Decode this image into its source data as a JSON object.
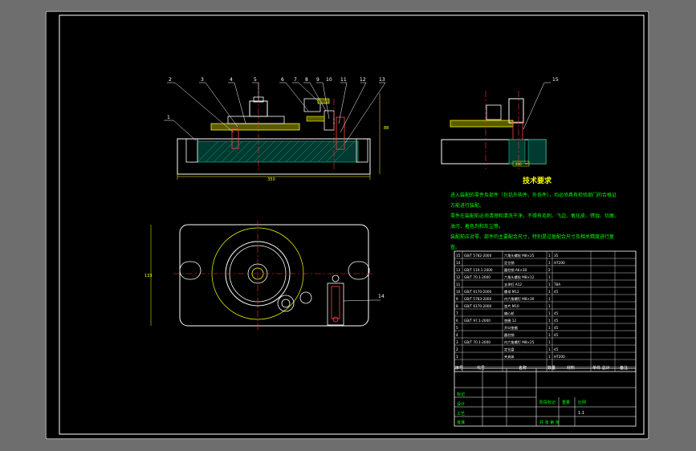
{
  "callouts_front": [
    "1",
    "2",
    "3",
    "4",
    "5",
    "6",
    "7",
    "8",
    "9",
    "10",
    "11",
    "12",
    "13"
  ],
  "callout_side": "15",
  "callout_plan": "14",
  "dims": {
    "front_width": "350",
    "front_height": "88",
    "plan_height": "133",
    "side_small": "200"
  },
  "tech": {
    "title": "技术要求",
    "lines": [
      "进入装配的零件及部件（包括外购件、外协件），均必须具有检验部门的合格证",
      "方能进行装配。",
      "零件在装配前必须清理和清洗干净，不得有毛刺、飞边、氧化皮、锈蚀、切屑、",
      "油污、着色剂和灰尘等。",
      "装配前应对零、部件的主要配合尺寸，特别是过盈配合尺寸及相关精度进行复",
      "查。"
    ]
  },
  "bom_rows": [
    {
      "n": "15",
      "code": "GB/T 5782-2000",
      "name": "六角头螺栓 M8×25",
      "q": "1",
      "m": "35"
    },
    {
      "n": "14",
      "code": "",
      "name": "定位销",
      "q": "1",
      "m": "HT200"
    },
    {
      "n": "13",
      "code": "GB/T 119.1-2000",
      "name": "圆柱销 A6×30",
      "q": "2",
      "m": ""
    },
    {
      "n": "12",
      "code": "GB/T 70.1-2000",
      "name": "六角头螺栓 M8×12",
      "q": "1",
      "m": ""
    },
    {
      "n": "11",
      "code": "",
      "name": "支承钉 A12",
      "q": "1",
      "m": "T8A"
    },
    {
      "n": "10",
      "code": "GB/T 6170-2000",
      "name": "螺母 M12",
      "q": "1",
      "m": "45"
    },
    {
      "n": "9",
      "code": "GB/T 5783-2000",
      "name": "内六角螺钉 M8×30",
      "q": "1",
      "m": ""
    },
    {
      "n": "8",
      "code": "GB/T 6170-2000",
      "name": "垫片 M10",
      "q": "1",
      "m": ""
    },
    {
      "n": "7",
      "code": "",
      "name": "偏心轮",
      "q": "1",
      "m": "45"
    },
    {
      "n": "6",
      "code": "GB/T 97.1-2000",
      "name": "垫圈 12",
      "q": "1",
      "m": "45"
    },
    {
      "n": "5",
      "code": "",
      "name": "开口垫圈",
      "q": "1",
      "m": "45"
    },
    {
      "n": "4",
      "code": "",
      "name": "圆柱销",
      "q": "1",
      "m": "45"
    },
    {
      "n": "3",
      "code": "GB/T 70.1-2000",
      "name": "内六角螺钉 M8×25",
      "q": "1",
      "m": ""
    },
    {
      "n": "2",
      "code": "",
      "name": "定位盘",
      "q": "1",
      "m": "45"
    },
    {
      "n": "1",
      "code": "",
      "name": "夹具体",
      "q": "1",
      "m": "HT200"
    }
  ],
  "bom_header": {
    "no": "序号",
    "code": "代号",
    "name": "名称",
    "qty": "数量",
    "mat": "材料",
    "wt": "单件 总计",
    "wt2": "重量",
    "note": "备注"
  },
  "title_block": {
    "scale": "1:1",
    "label1": "标记",
    "label2": "设计",
    "label3": "工艺",
    "label4": "批准",
    "label5": "阶段标记",
    "label6": "重量",
    "label7": "比例",
    "label8": "共 张 第 张"
  }
}
